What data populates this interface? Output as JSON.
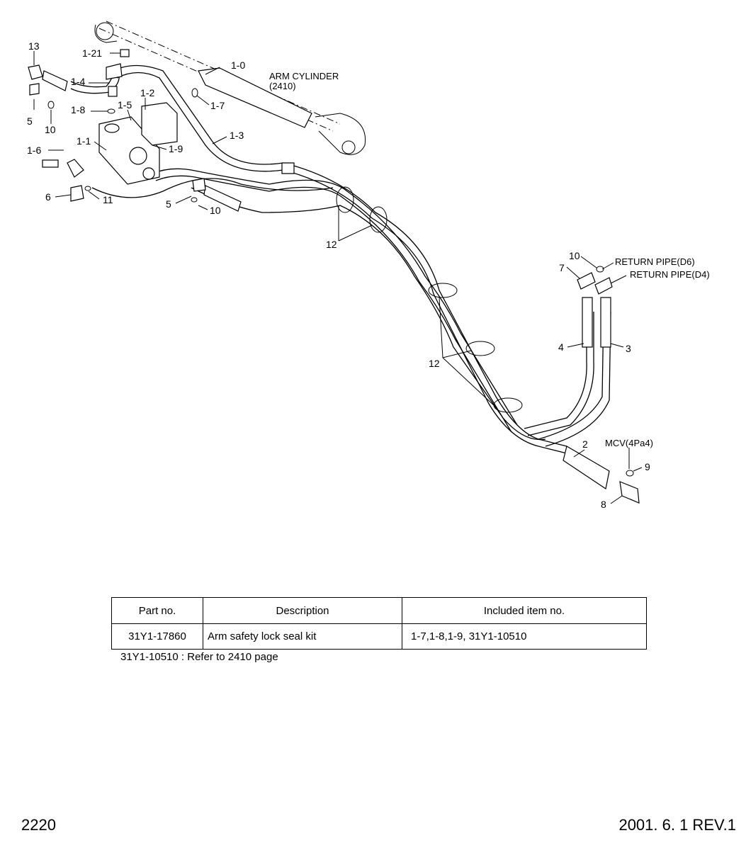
{
  "diagram": {
    "labels": {
      "l13": "13",
      "l121": "1-21",
      "l10a": "1-0",
      "arm": "ARM CYLINDER",
      "arm_no": "(2410)",
      "l14": "1-4",
      "l5a": "5",
      "l10b": "10",
      "l18": "1-8",
      "l15": "1-5",
      "l12a": "1-2",
      "l17": "1-7",
      "l13b": "1-3",
      "l11": "1-1",
      "l19": "1-9",
      "l16": "1-6",
      "l6": "6",
      "l11b": "11",
      "l5b": "5",
      "l10c": "10",
      "l12b": "12",
      "l12c": "12",
      "l10d": "10",
      "l7": "7",
      "ret_d6": "RETURN PIPE(D6)",
      "ret_d4": "RETURN PIPE(D4)",
      "l4": "4",
      "l3": "3",
      "l2": "2",
      "mcv": "MCV(4Pa4)",
      "l9": "9",
      "l8": "8"
    }
  },
  "table": {
    "headers": [
      "Part no.",
      "Description",
      "Included item no."
    ],
    "row": {
      "part_no": "31Y1-17860",
      "description": "Arm safety lock seal kit",
      "included": "1-7,1-8,1-9, 31Y1-10510"
    }
  },
  "note": "31Y1-10510 : Refer to 2410 page",
  "footer": {
    "page": "2220",
    "revision": "2001. 6. 1 REV.1"
  }
}
